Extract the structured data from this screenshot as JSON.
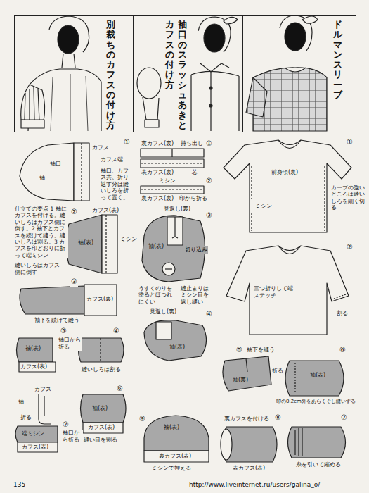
{
  "diagram": {
    "nodes": [
      {
        "text": [
          "別裁ちのカフスの付け方"
        ]
      },
      {
        "text": [
          "袖口のスラッシュあきと",
          "カフスの付け方"
        ]
      },
      {
        "text": [
          "ドルマンスリーブ"
        ]
      }
    ],
    "labels": [
      "①",
      "カフス",
      "袖口",
      "カフス端",
      "袖",
      "袖口、カフス共、折り返す分は縫いしろを折って置く。",
      "②",
      "仕立ての要点 1 袖にカフスを付ける。縫いしろはカフス側に倒す。2 袖下とカフスを続けて縫う。縫いしろは割る。3 カフスを印どおりに折って端ミシン",
      "カフス(表)",
      "袖(表)",
      "ミシン",
      "縫いしろはカフス側に倒す",
      "③",
      "カフス(裏)",
      "袖下を続けて縫う",
      "⑤",
      "袖口から折る",
      "袖(表)",
      "カフス(表)",
      "④",
      "縫いしろは割る",
      "カフス",
      "袖",
      "折る",
      "⑦",
      "袖口から折る",
      "端ミシン",
      "カフス(表)",
      "⑥",
      "縫い目を割る",
      "カフス(表)",
      "袖(表)",
      "①",
      "裏カフス(裏)",
      "持ち出し",
      "表カフス(裏)",
      "芯",
      "②",
      "ミシン",
      "裏カフス(裏)",
      "印から折る",
      "見返し(裏)",
      "③",
      "切り込み",
      "袖(表)",
      "うすくのりを塗るとほつれにくい",
      "縫止まりはミシン目を返し縫い",
      "見返し(裏)",
      "④",
      "袖(表)",
      "袖下を縫う",
      "⑤",
      "袖(裏)",
      "⑥",
      "袖(表)",
      "折る",
      "印の0.2cm外をあらくぐし縫いする",
      "袖(表)",
      "裏カフス(表)",
      "⑨",
      "ミシンで押える",
      "⑧",
      "裏カフスを付ける",
      "表カフス(表)",
      "⑦",
      "糸を引いて縮める",
      "①",
      "前身頃(裏)",
      "ミシン",
      "カーブの強いところは縫いしろを細く切る",
      "②",
      "三つ折りして端ステッチ",
      "割る",
      "135",
      "http://www.liveinternet.ru/users/galina_o/"
    ]
  }
}
